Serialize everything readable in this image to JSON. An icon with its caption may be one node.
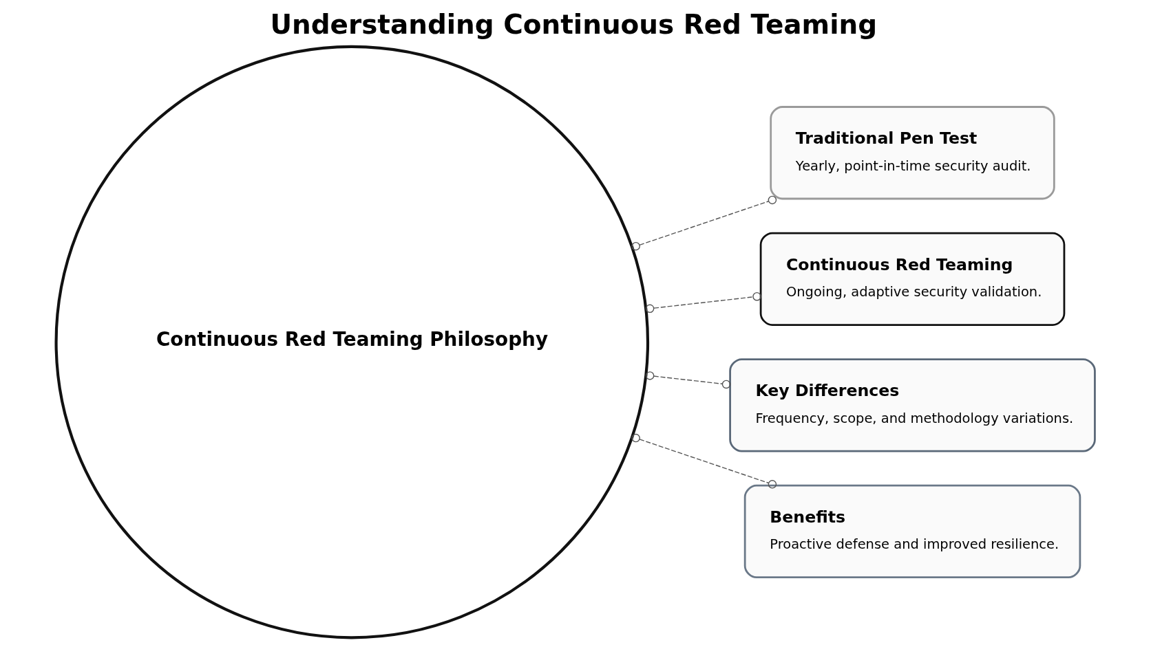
{
  "diagram": {
    "title": "Understanding Continuous Red Teaming",
    "nodes": [
      {
        "text": [
          "Continuous Red Teaming Philosophy"
        ]
      },
      {
        "text": [
          "Traditional Pen Test",
          "Yearly, point-in-time security audit."
        ]
      },
      {
        "text": [
          "Continuous Red Teaming",
          "Ongoing, adaptive security validation."
        ]
      },
      {
        "text": [
          "Key Differences",
          "Frequency, scope, and methodology variations."
        ]
      },
      {
        "text": [
          "Benefits",
          "Proactive defense and improved resilience."
        ]
      }
    ],
    "edges": [
      {
        "from": 0,
        "to": 1,
        "arrow": "other",
        "style": "dashed"
      },
      {
        "from": 0,
        "to": 2,
        "arrow": "other",
        "style": "dashed"
      },
      {
        "from": 0,
        "to": 3,
        "arrow": "other",
        "style": "dashed"
      },
      {
        "from": 0,
        "to": 4,
        "arrow": "other",
        "style": "dashed"
      }
    ]
  }
}
